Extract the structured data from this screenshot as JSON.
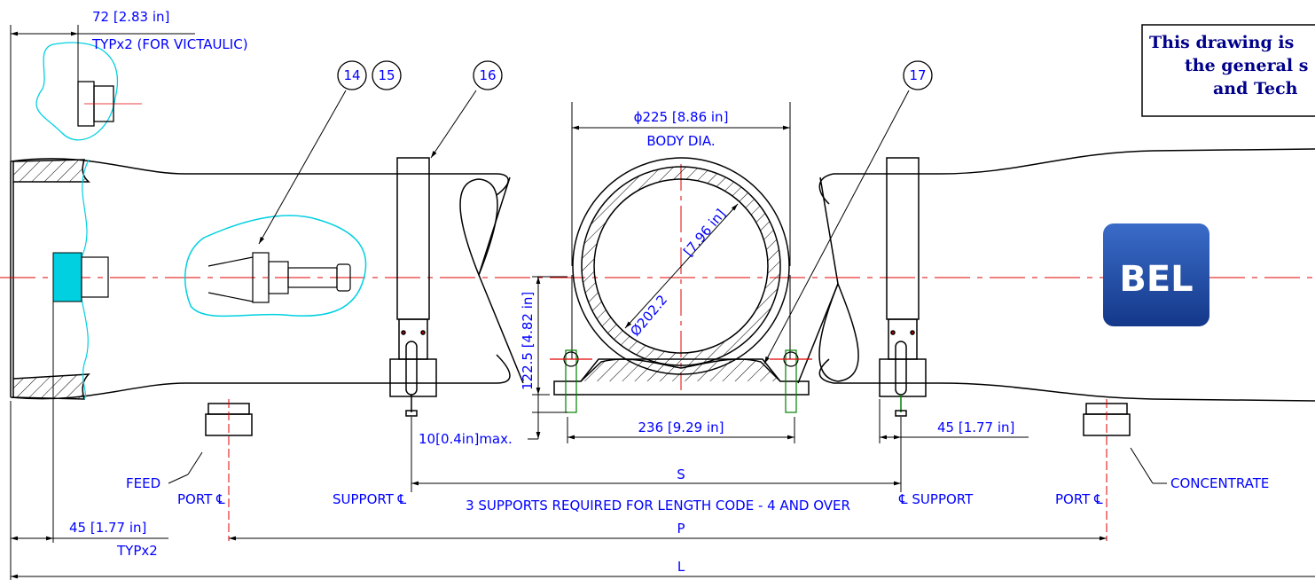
{
  "colors": {
    "outline": "#000000",
    "dimension": "#0000ff",
    "centerline": "#e00000",
    "detail": "#00d0e0",
    "green": "#008000",
    "note_text": "#00008b",
    "logo_bg": "#1f4fa0"
  },
  "note": {
    "line1": "This drawing is",
    "line2": "the general s",
    "line3": "and Tech"
  },
  "logo": {
    "text": "BEL"
  },
  "balloons": [
    "14",
    "15",
    "16",
    "17"
  ],
  "dims": {
    "victaulic_value": "72 [2.83 in]",
    "victaulic_note": "TYPx2 (FOR VICTAULIC)",
    "body_dia_value": "ϕ225 [8.86 in]",
    "body_dia_label": "BODY DIA.",
    "inner_in": "[7.96 in]",
    "inner_mm": "Ø202.2",
    "height": "122.5 [4.82 in]",
    "gap_max": "10[0.4in]max.",
    "base_width": "236 [9.29 in]",
    "support_offset": "45 [1.77 in]",
    "port_offset": "45 [1.77 in]",
    "port_offset_note": "TYPx2",
    "support_span": "S",
    "port_span": "P",
    "overall_length": "L",
    "supports_note": "3 SUPPORTS REQUIRED FOR LENGTH CODE  - 4 AND OVER"
  },
  "labels": {
    "feed": "FEED",
    "concentrate": "CONCENTRATE",
    "port_left": "PORT ℄",
    "port_right": "PORT ℄",
    "support_left": "SUPPORT ℄",
    "support_right": "℄ SUPPORT"
  }
}
